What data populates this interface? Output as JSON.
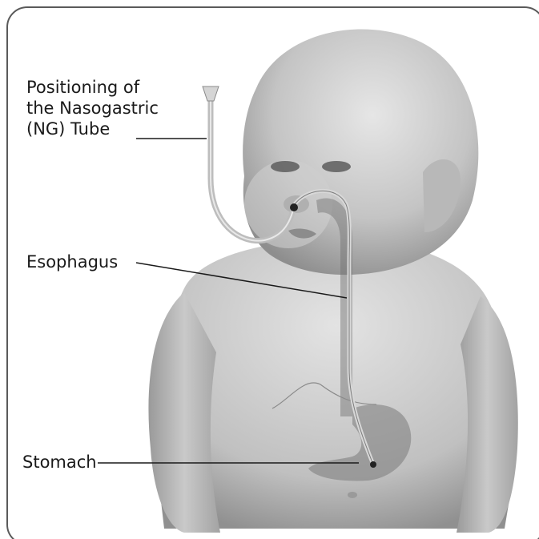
{
  "labels": {
    "ng_tube": [
      "Positioning of",
      "the Nasogastric",
      "(NG) Tube"
    ],
    "esophagus": "Esophagus",
    "stomach": "Stomach"
  },
  "colors": {
    "border": "#5a5a5a",
    "skin_light": "#d9d9d9",
    "skin_mid": "#b5b5b5",
    "skin_dark": "#8c8c8c",
    "organ": "#7f7f7f",
    "leader_line": "#1a1a1a"
  }
}
